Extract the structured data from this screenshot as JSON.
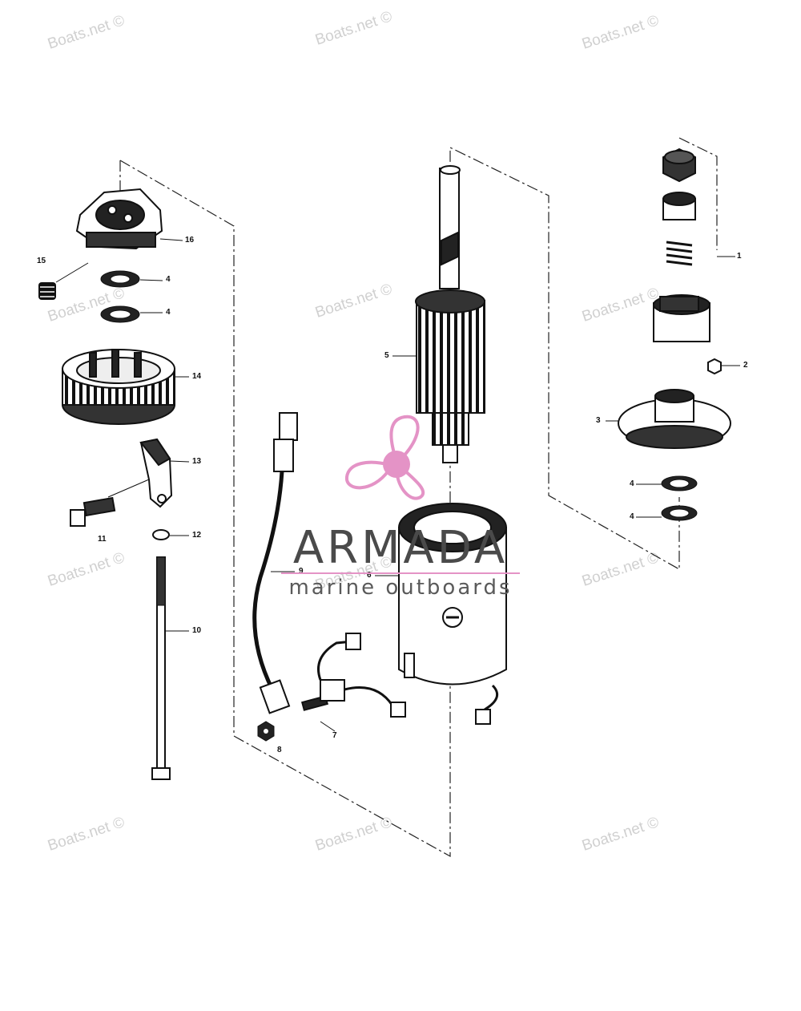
{
  "diagram": {
    "watermark_text": "Boats.net ©",
    "callouts": [
      "1",
      "2",
      "3",
      "4",
      "4",
      "4",
      "4",
      "5",
      "6",
      "7",
      "8",
      "9",
      "10",
      "11",
      "12",
      "13",
      "14",
      "15",
      "16"
    ]
  },
  "brand": {
    "name": "ARMADA",
    "tagline": "marine outboards",
    "accent_color": "#e493c6",
    "text_color": "#4a4a4a"
  }
}
